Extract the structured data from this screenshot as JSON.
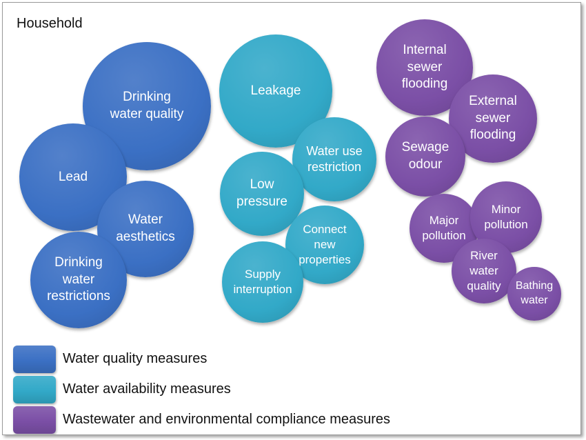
{
  "title": "Household",
  "colors": {
    "quality": "#3b70c4",
    "availability": "#32a9c8",
    "wastewater": "#7b4fa6"
  },
  "bubbles": [
    {
      "label": "Drinking\nwater quality",
      "group": "quality"
    },
    {
      "label": "Lead",
      "group": "quality"
    },
    {
      "label": "Water\naesthetics",
      "group": "quality"
    },
    {
      "label": "Drinking\nwater\nrestrictions",
      "group": "quality"
    },
    {
      "label": "Leakage",
      "group": "availability"
    },
    {
      "label": "Water use\nrestriction",
      "group": "availability"
    },
    {
      "label": "Low\npressure",
      "group": "availability"
    },
    {
      "label": "Connect\nnew\nproperties",
      "group": "availability"
    },
    {
      "label": "Supply\ninterruption",
      "group": "availability"
    },
    {
      "label": "Internal\nsewer\nflooding",
      "group": "wastewater"
    },
    {
      "label": "External\nsewer\nflooding",
      "group": "wastewater"
    },
    {
      "label": "Sewage\nodour",
      "group": "wastewater"
    },
    {
      "label": "Major\npollution",
      "group": "wastewater"
    },
    {
      "label": "Minor\npollution",
      "group": "wastewater"
    },
    {
      "label": "River\nwater\nquality",
      "group": "wastewater"
    },
    {
      "label": "Bathing\nwater",
      "group": "wastewater"
    }
  ],
  "legend": [
    {
      "label": "Water quality measures",
      "group": "quality"
    },
    {
      "label": "Water availability measures",
      "group": "availability"
    },
    {
      "label": "Wastewater and environmental compliance measures",
      "group": "wastewater"
    }
  ]
}
